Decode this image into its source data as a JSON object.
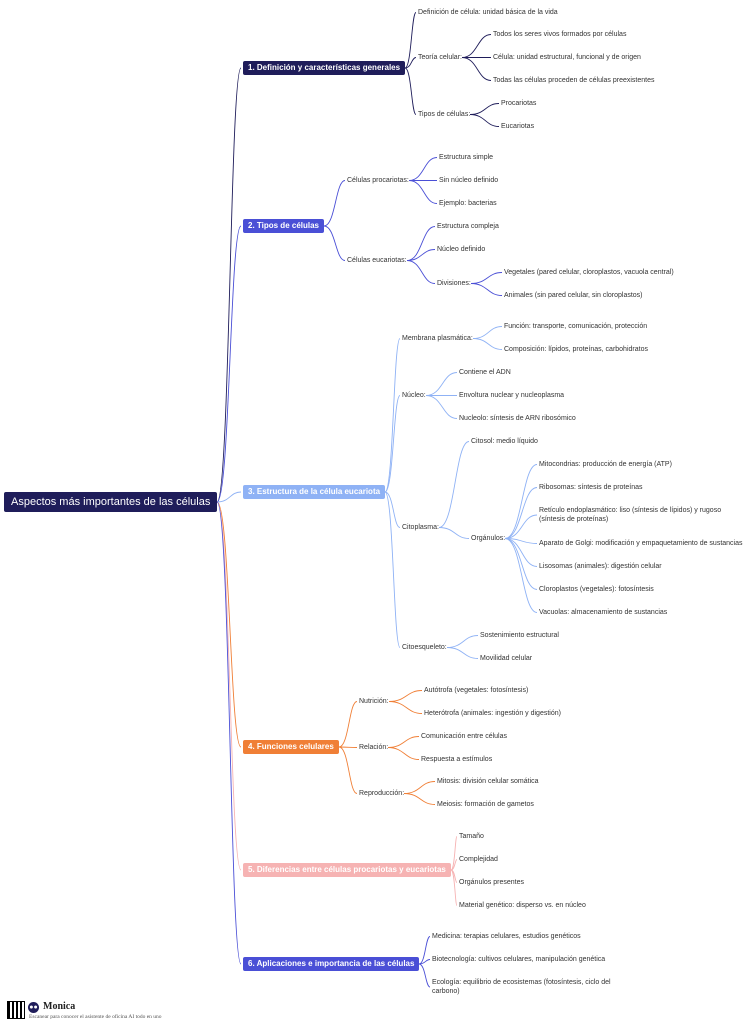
{
  "root": "Aspectos más importantes de las células",
  "colors": {
    "b1": "#1f1d5a",
    "b2": "#4a4fd6",
    "b3": "#8fb2f5",
    "b4": "#f07f36",
    "b5": "#f6b3b3",
    "b6": "#4a4fd6"
  },
  "branches": [
    {
      "label": "1. Definición y características generales",
      "items": [
        {
          "label": "Definición de célula: unidad básica de la vida"
        },
        {
          "label": "Teoría celular:",
          "items": [
            {
              "label": "Todos los seres vivos formados por células"
            },
            {
              "label": "Célula: unidad estructural, funcional y de origen"
            },
            {
              "label": "Todas las células proceden de células preexistentes"
            }
          ]
        },
        {
          "label": "Tipos de células:",
          "items": [
            {
              "label": "Procariotas"
            },
            {
              "label": "Eucariotas"
            }
          ]
        }
      ]
    },
    {
      "label": "2. Tipos de células",
      "items": [
        {
          "label": "Células procariotas:",
          "items": [
            {
              "label": "Estructura simple"
            },
            {
              "label": "Sin núcleo definido"
            },
            {
              "label": "Ejemplo: bacterias"
            }
          ]
        },
        {
          "label": "Células eucariotas:",
          "items": [
            {
              "label": "Estructura compleja"
            },
            {
              "label": "Núcleo definido"
            },
            {
              "label": "Divisiones:",
              "items": [
                {
                  "label": "Vegetales (pared celular, cloroplastos, vacuola central)"
                },
                {
                  "label": "Animales (sin pared celular, sin cloroplastos)"
                }
              ]
            }
          ]
        }
      ]
    },
    {
      "label": "3. Estructura de la célula eucariota",
      "items": [
        {
          "label": "Membrana plasmática:",
          "items": [
            {
              "label": "Función: transporte, comunicación, protección"
            },
            {
              "label": "Composición: lípidos, proteínas, carbohidratos"
            }
          ]
        },
        {
          "label": "Núcleo:",
          "items": [
            {
              "label": "Contiene el ADN"
            },
            {
              "label": "Envoltura nuclear y nucleoplasma"
            },
            {
              "label": "Nucleolo: síntesis de ARN ribosómico"
            }
          ]
        },
        {
          "label": "Citoplasma:",
          "items": [
            {
              "label": "Citosol: medio líquido"
            },
            {
              "label": "Orgánulos:",
              "items": [
                {
                  "label": "Mitocondrias: producción de energía (ATP)"
                },
                {
                  "label": "Ribosomas: síntesis de proteínas"
                },
                {
                  "label": "Retículo endoplasmático: liso (síntesis de lípidos) y rugoso (síntesis de proteínas)"
                },
                {
                  "label": "Aparato de Golgi: modificación y empaquetamiento de sustancias"
                },
                {
                  "label": "Lisosomas (animales): digestión celular"
                },
                {
                  "label": "Cloroplastos (vegetales): fotosíntesis"
                },
                {
                  "label": "Vacuolas: almacenamiento de sustancias"
                }
              ]
            }
          ]
        },
        {
          "label": "Citoesqueleto:",
          "items": [
            {
              "label": "Sostenimiento estructural"
            },
            {
              "label": "Movilidad celular"
            }
          ]
        }
      ]
    },
    {
      "label": "4. Funciones celulares",
      "items": [
        {
          "label": "Nutrición:",
          "items": [
            {
              "label": "Autótrofa (vegetales: fotosíntesis)"
            },
            {
              "label": "Heterótrofa (animales: ingestión y digestión)"
            }
          ]
        },
        {
          "label": "Relación:",
          "items": [
            {
              "label": "Comunicación entre células"
            },
            {
              "label": "Respuesta a estímulos"
            }
          ]
        },
        {
          "label": "Reproducción:",
          "items": [
            {
              "label": "Mitosis: división celular somática"
            },
            {
              "label": "Meiosis: formación de gametos"
            }
          ]
        }
      ]
    },
    {
      "label": "5. Diferencias entre células procariotas y eucariotas",
      "items": [
        {
          "label": "Tamaño"
        },
        {
          "label": "Complejidad"
        },
        {
          "label": "Orgánulos presentes"
        },
        {
          "label": "Material genético: disperso vs. en núcleo"
        }
      ]
    },
    {
      "label": "6. Aplicaciones e importancia de las células",
      "items": [
        {
          "label": "Medicina: terapias celulares, estudios genéticos"
        },
        {
          "label": "Biotecnología: cultivos celulares, manipulación genética"
        },
        {
          "label": "Ecología: equilibrio de ecosistemas (fotosíntesis, ciclo del carbono)"
        }
      ]
    }
  ],
  "footer": {
    "logo_icon": "monica-logo-icon",
    "qr_icon": "qr-code-icon",
    "brand": "Monica",
    "tagline": "Escanear para conocer el asistente de oficina AI todo en uno"
  }
}
